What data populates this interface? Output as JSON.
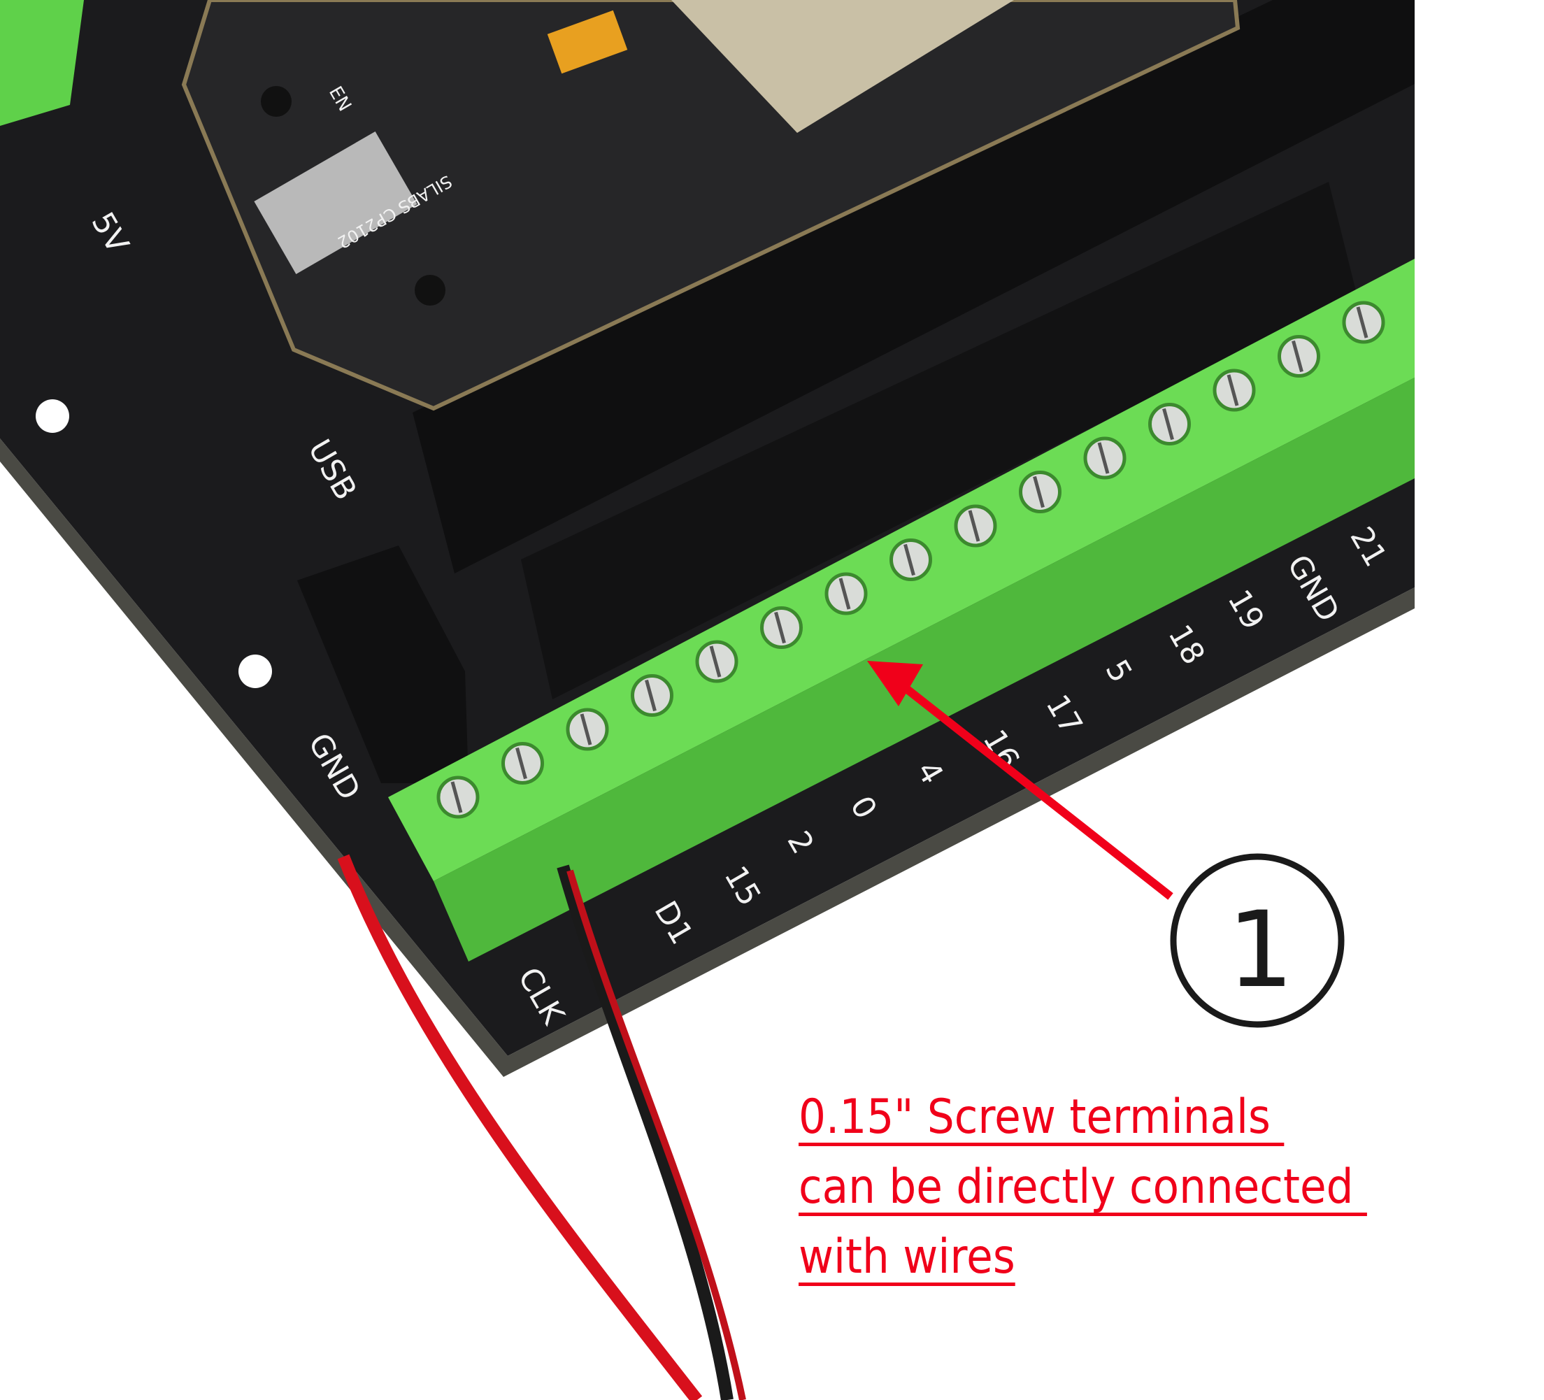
{
  "annotation": {
    "lines": [
      "0.15\" Screw terminals ",
      "can be directly connected ",
      "with wires"
    ],
    "color": "#f0001a"
  },
  "callout": {
    "number": "1",
    "arrow_color": "#f0001a"
  },
  "board": {
    "pin_labels": [
      "CLK",
      "D1",
      "15",
      "2",
      "0",
      "4",
      "16",
      "17",
      "5",
      "18",
      "19",
      "GND",
      "21"
    ],
    "other_labels": {
      "usb": "USB",
      "gnd": "GND",
      "v5": "5V",
      "en": "EN",
      "chip": "SILABS CP2102"
    },
    "pcb_color": "#1b1b1d",
    "terminal_color": "#5fd14a"
  },
  "wires": {
    "red": "#d8101c",
    "black": "#1a1a1a"
  }
}
